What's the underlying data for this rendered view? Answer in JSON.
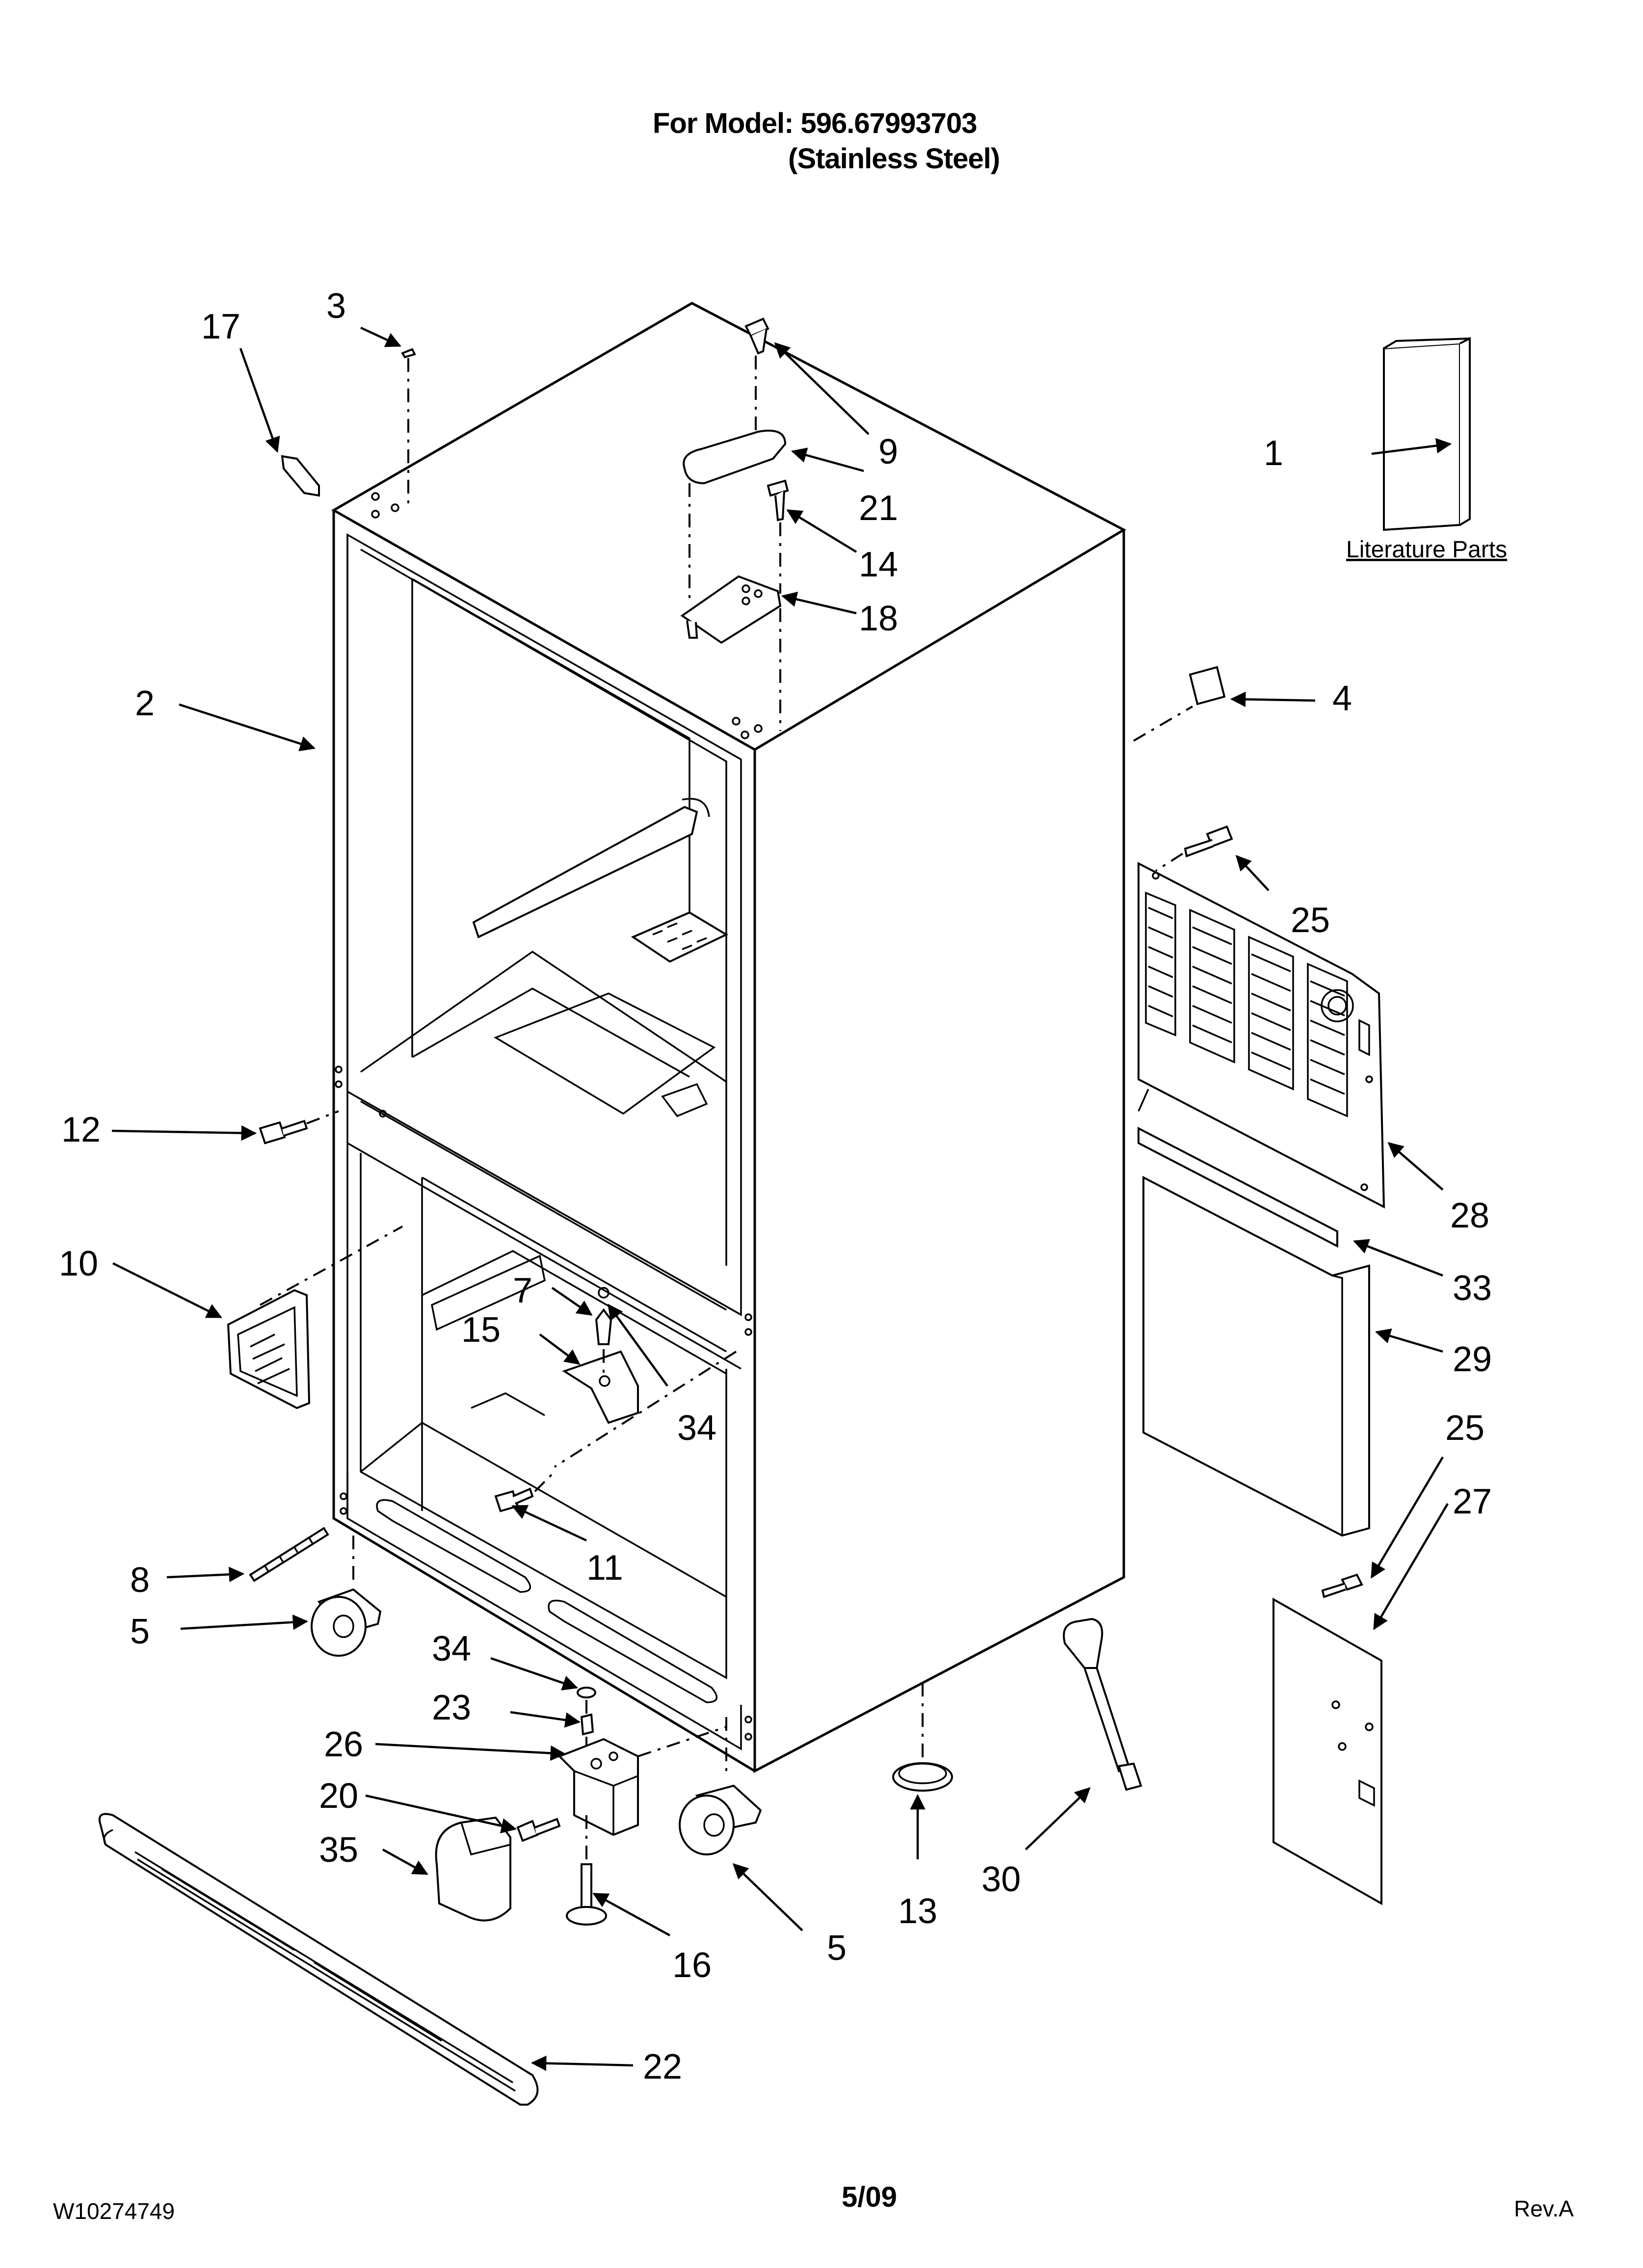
{
  "header": {
    "model_line": "For Model: 596.67993703",
    "finish_line": "(Stainless Steel)"
  },
  "footer": {
    "doc_number": "W10274749",
    "date": "5/09",
    "revision": "Rev.A"
  },
  "literature": {
    "label": "Literature Parts"
  },
  "callouts": {
    "c1": "1",
    "c2": "2",
    "c3": "3",
    "c4": "4",
    "c5a": "5",
    "c5b": "5",
    "c7": "7",
    "c8": "8",
    "c9": "9",
    "c10": "10",
    "c11": "11",
    "c12": "12",
    "c13": "13",
    "c14": "14",
    "c15": "15",
    "c16": "16",
    "c17": "17",
    "c18": "18",
    "c20": "20",
    "c21": "21",
    "c22": "22",
    "c23": "23",
    "c25a": "25",
    "c25b": "25",
    "c26": "26",
    "c27": "27",
    "c28": "28",
    "c29": "29",
    "c30": "30",
    "c33": "33",
    "c34a": "34",
    "c34b": "34",
    "c35": "35"
  }
}
